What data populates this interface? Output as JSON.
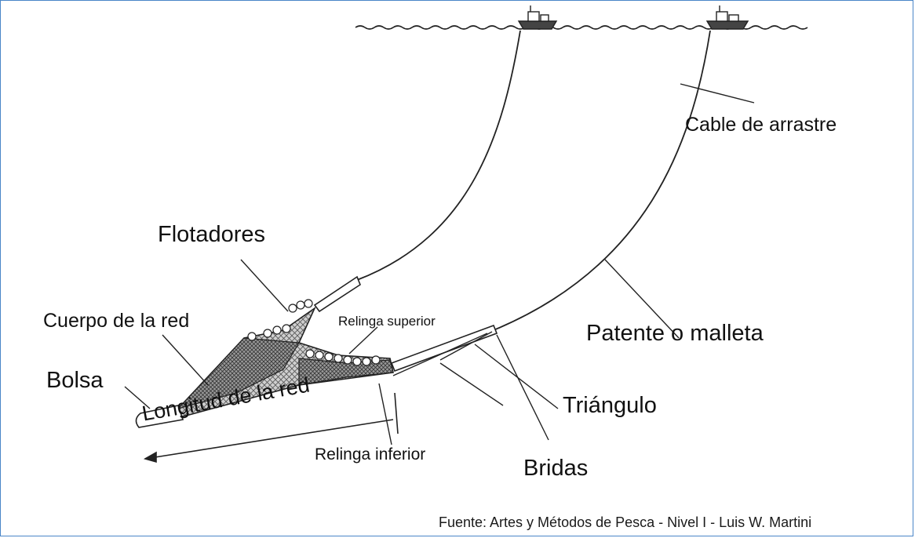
{
  "labels": {
    "cable": "Cable de arrastre",
    "flotadores": "Flotadores",
    "cuerpo": "Cuerpo de la red",
    "relinga_superior": "Relinga superior",
    "patente": "Patente o malleta",
    "bolsa": "Bolsa",
    "triangulo": "Triángulo",
    "longitud": "Longitud de la red",
    "relinga_inferior": "Relinga inferior",
    "bridas": "Bridas"
  },
  "source": "Fuente: Artes y Métodos de Pesca - Nivel I - Luis W. Martini",
  "colors": {
    "frame": "#4a86c8",
    "ink": "#111111"
  }
}
